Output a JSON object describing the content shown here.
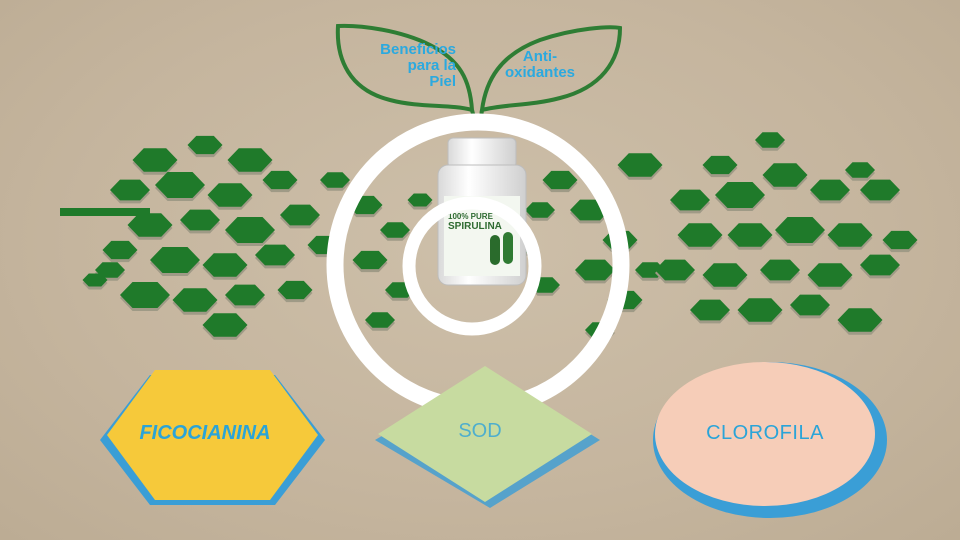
{
  "leaves": {
    "left": {
      "lines": [
        "Beneficios",
        "para la",
        "Piel"
      ]
    },
    "right": {
      "lines": [
        "Anti-",
        "oxidantes"
      ]
    }
  },
  "product": {
    "label_lines": [
      "100% PURE",
      "SPIRULINA"
    ]
  },
  "cards": {
    "ficocianina": "FICOCIANINA",
    "sod": "SOD",
    "clorofila": "CLOROFILA"
  },
  "colors": {
    "background": "#c6b7a0",
    "hexagon_green": "#1f7a2a",
    "accent_blue": "#2ba9df",
    "ficocianina_yellow": "#f6c93a",
    "sod_green": "#c7dba0",
    "clorofila_pink": "#f6cdb8",
    "ring_white": "#ffffff"
  }
}
